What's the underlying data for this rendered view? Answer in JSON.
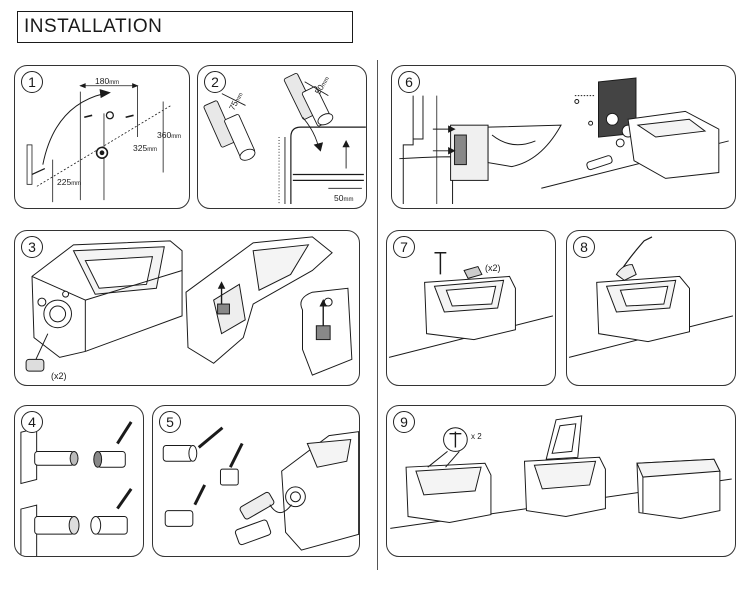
{
  "header": {
    "title": "INSTALLATION"
  },
  "steps": {
    "s1": {
      "number": "1",
      "dims": {
        "width": "180",
        "height_top": "360",
        "height_mid": "325",
        "height_low": "225",
        "unit": "mm"
      }
    },
    "s2": {
      "number": "2",
      "dims": {
        "pipe_a": "75",
        "pipe_b": "50",
        "offset": "50",
        "unit": "mm"
      }
    },
    "s3": {
      "number": "3",
      "qty": "(x2)"
    },
    "s4": {
      "number": "4"
    },
    "s5": {
      "number": "5"
    },
    "s6": {
      "number": "6"
    },
    "s7": {
      "number": "7",
      "qty": "(x2)"
    },
    "s8": {
      "number": "8"
    },
    "s9": {
      "number": "9",
      "qty": "x 2"
    }
  },
  "colors": {
    "line": "#1a1a1a",
    "panel_border": "#333333",
    "background": "#ffffff"
  }
}
